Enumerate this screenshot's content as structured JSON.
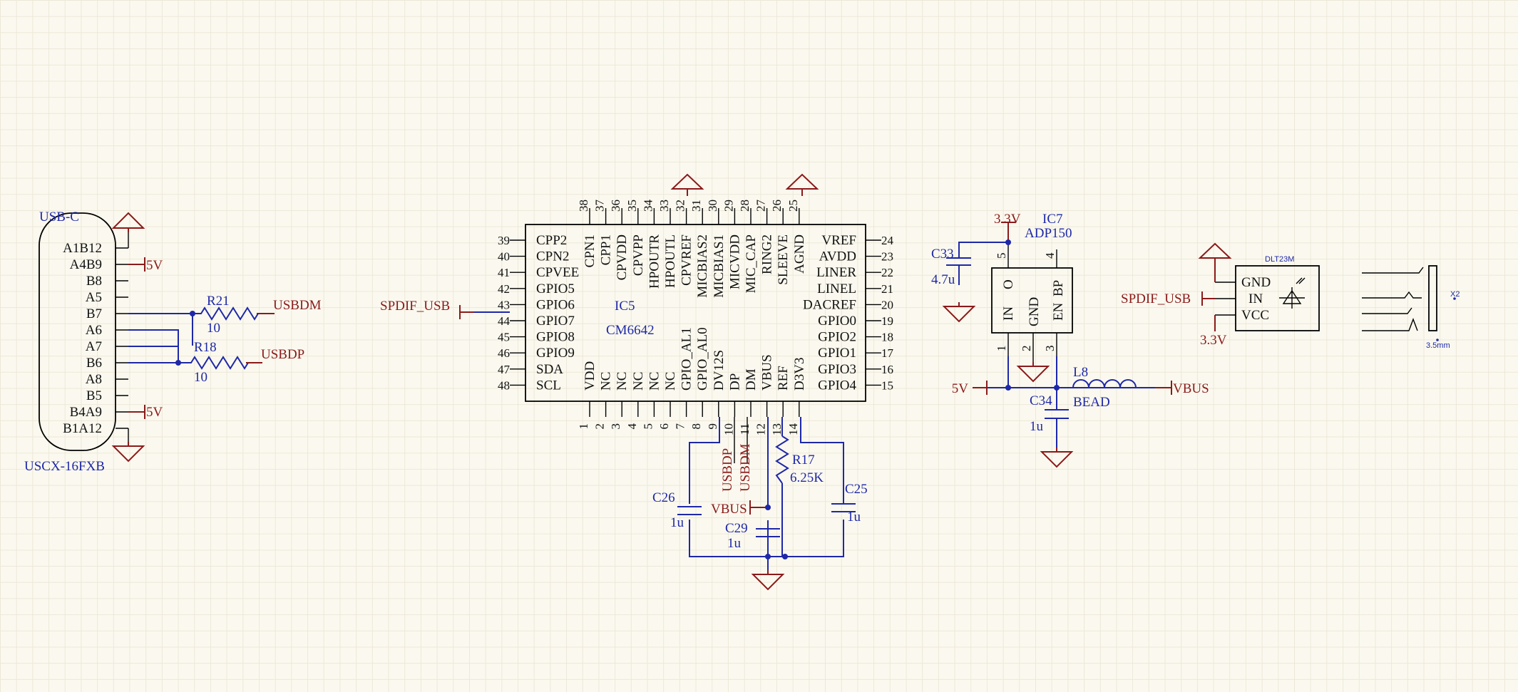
{
  "usbc": {
    "designator": "USB-C",
    "part": "USCX-16FXB",
    "pins": [
      "A1B12",
      "A4B9",
      "B8",
      "A5",
      "B7",
      "A6",
      "A7",
      "B6",
      "A8",
      "B5",
      "B4A9",
      "B1A12"
    ]
  },
  "ic5": {
    "designator": "IC5",
    "part": "CM6642",
    "left_pins": [
      {
        "num": "39",
        "name": "CPP2"
      },
      {
        "num": "40",
        "name": "CPN2"
      },
      {
        "num": "41",
        "name": "CPVEE"
      },
      {
        "num": "42",
        "name": "GPIO5"
      },
      {
        "num": "43",
        "name": "GPIO6"
      },
      {
        "num": "44",
        "name": "GPIO7"
      },
      {
        "num": "45",
        "name": "GPIO8"
      },
      {
        "num": "46",
        "name": "GPIO9"
      },
      {
        "num": "47",
        "name": "SDA"
      },
      {
        "num": "48",
        "name": "SCL"
      }
    ],
    "right_pins": [
      {
        "num": "24",
        "name": "VREF"
      },
      {
        "num": "23",
        "name": "AVDD"
      },
      {
        "num": "22",
        "name": "LINER"
      },
      {
        "num": "21",
        "name": "LINEL"
      },
      {
        "num": "20",
        "name": "DACREF"
      },
      {
        "num": "19",
        "name": "GPIO0"
      },
      {
        "num": "18",
        "name": "GPIO2"
      },
      {
        "num": "17",
        "name": "GPIO1"
      },
      {
        "num": "16",
        "name": "GPIO3"
      },
      {
        "num": "15",
        "name": "GPIO4"
      }
    ],
    "top_pins": [
      {
        "num": "38",
        "name": "CPN1"
      },
      {
        "num": "37",
        "name": "CPP1"
      },
      {
        "num": "36",
        "name": "CPVDD"
      },
      {
        "num": "35",
        "name": "CPVPP"
      },
      {
        "num": "34",
        "name": "HPOUTR"
      },
      {
        "num": "33",
        "name": "HPOUTL"
      },
      {
        "num": "32",
        "name": "CPVREF"
      },
      {
        "num": "31",
        "name": "MICBIAS2"
      },
      {
        "num": "30",
        "name": "MICBIAS1"
      },
      {
        "num": "29",
        "name": "MICVDD"
      },
      {
        "num": "28",
        "name": "MIC_CAP"
      },
      {
        "num": "27",
        "name": "RING2"
      },
      {
        "num": "26",
        "name": "SLEEVE"
      },
      {
        "num": "25",
        "name": "AGND"
      }
    ],
    "bottom_pins": [
      {
        "num": "1",
        "name": "VDD"
      },
      {
        "num": "2",
        "name": "NC"
      },
      {
        "num": "3",
        "name": "NC"
      },
      {
        "num": "4",
        "name": "NC"
      },
      {
        "num": "5",
        "name": "NC"
      },
      {
        "num": "6",
        "name": "NC"
      },
      {
        "num": "7",
        "name": "GPIO_AL1"
      },
      {
        "num": "8",
        "name": "GPIO_AL0"
      },
      {
        "num": "9",
        "name": "DV12S"
      },
      {
        "num": "10",
        "name": "DP"
      },
      {
        "num": "11",
        "name": "DM"
      },
      {
        "num": "12",
        "name": "VBUS"
      },
      {
        "num": "13",
        "name": "REF"
      },
      {
        "num": "14",
        "name": "D3V3"
      }
    ]
  },
  "ic7": {
    "designator": "IC7",
    "part": "ADP150",
    "pin_names": [
      "IN",
      "GND",
      "EN",
      "O",
      "BP"
    ],
    "pin_numbers": [
      "1",
      "2",
      "3",
      "5",
      "4"
    ]
  },
  "passives": {
    "r21": {
      "ref": "R21",
      "value": "10"
    },
    "r18": {
      "ref": "R18",
      "value": "10"
    },
    "r17": {
      "ref": "R17",
      "value": "6.25K"
    },
    "c26": {
      "ref": "C26",
      "value": "1u"
    },
    "c29": {
      "ref": "C29",
      "value": "1u"
    },
    "c25": {
      "ref": "C25",
      "value": "1u"
    },
    "c33": {
      "ref": "C33",
      "value": "4.7u"
    },
    "c34": {
      "ref": "C34",
      "value": "1u"
    },
    "l8": {
      "ref": "L8",
      "value": "BEAD"
    }
  },
  "nets": {
    "usbdm": "USBDM",
    "usbdp": "USBDP",
    "spdif_usb": "SPDIF_USB",
    "vbus": "VBUS",
    "v5": "5V",
    "v33": "3.3V"
  },
  "optical": {
    "part": "DLT23M",
    "pins": [
      "GND",
      "IN",
      "VCC"
    ]
  },
  "jack": {
    "designator": "X2",
    "part": "3.5mm"
  },
  "colors": {
    "wire": "#1e28a8",
    "power": "#8b1a1a",
    "background": "#fbf9ef"
  }
}
